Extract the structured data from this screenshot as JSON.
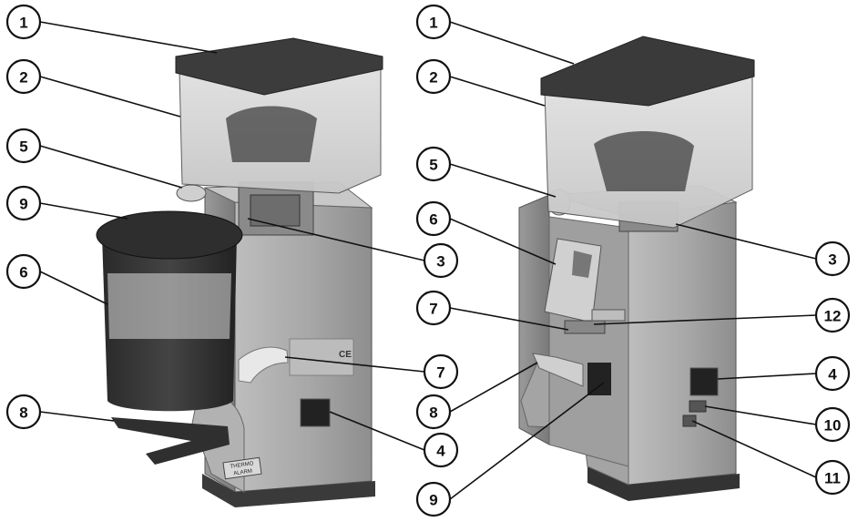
{
  "callouts_left": [
    {
      "id": "1",
      "label": "1"
    },
    {
      "id": "2",
      "label": "2"
    },
    {
      "id": "5",
      "label": "5"
    },
    {
      "id": "9",
      "label": "9"
    },
    {
      "id": "6",
      "label": "6"
    },
    {
      "id": "8",
      "label": "8"
    },
    {
      "id": "3",
      "label": "3"
    },
    {
      "id": "7",
      "label": "7"
    },
    {
      "id": "4",
      "label": "4"
    }
  ],
  "callouts_right": [
    {
      "id": "1",
      "label": "1"
    },
    {
      "id": "2",
      "label": "2"
    },
    {
      "id": "5",
      "label": "5"
    },
    {
      "id": "6",
      "label": "6"
    },
    {
      "id": "7",
      "label": "7"
    },
    {
      "id": "8",
      "label": "8"
    },
    {
      "id": "9",
      "label": "9"
    },
    {
      "id": "3",
      "label": "3"
    },
    {
      "id": "12",
      "label": "12"
    },
    {
      "id": "4",
      "label": "4"
    },
    {
      "id": "10",
      "label": "10"
    },
    {
      "id": "11",
      "label": "11"
    }
  ],
  "product_markings": {
    "ce_mark": "CE",
    "thermo_badge_line1": "THERMO",
    "thermo_badge_line2": "ALARM"
  },
  "colors": {
    "body": "#a9a9a9",
    "hopper_lid": "#3c3c3c",
    "hopper_glass": "#d4d4d4",
    "outline": "#111111"
  }
}
